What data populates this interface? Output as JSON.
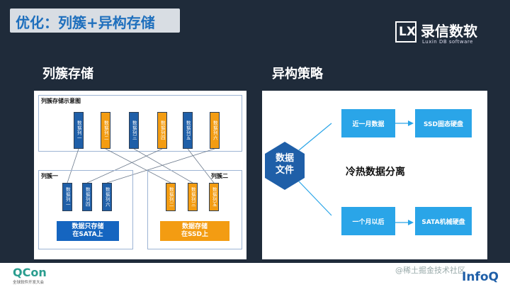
{
  "slide_title": "优化：列簇+异构存储",
  "logo": {
    "mark": "LX",
    "cn": "录信数软",
    "en": "Luxin DB software"
  },
  "left_section_title": "列簇存储",
  "right_section_title": "异构策略",
  "diagram": {
    "top_label": "列簇存储示意图",
    "top_columns": [
      "数据列一",
      "数据列二",
      "数据列三",
      "数据列四",
      "数据列五",
      "数据列六"
    ],
    "family1": {
      "label": "列簇一",
      "columns": [
        "数据列一",
        "数据列四",
        "数据列六"
      ],
      "storage": [
        "数据只存储",
        "在SATA上"
      ]
    },
    "family2": {
      "label": "列簇二",
      "columns": [
        "数据列二",
        "数据列三",
        "数据列五"
      ],
      "storage": [
        "数据存储",
        "在SSD上"
      ]
    }
  },
  "strategy": {
    "hex": [
      "数据",
      "文件"
    ],
    "recent": "近一月数据",
    "ssd": "SSD固态硬盘",
    "center": "冷热数据分离",
    "older": "一个月以后",
    "sata": "SATA机械硬盘"
  },
  "footer": {
    "qcon": "QCon",
    "qcon_sub": "全球软件开发大会",
    "watermark": "@稀土掘金技术社区",
    "infoq": "InfoQ"
  },
  "colors": {
    "blue": "#1f5fa8",
    "orange": "#f39c12",
    "light_blue": "#2aa5e8"
  }
}
